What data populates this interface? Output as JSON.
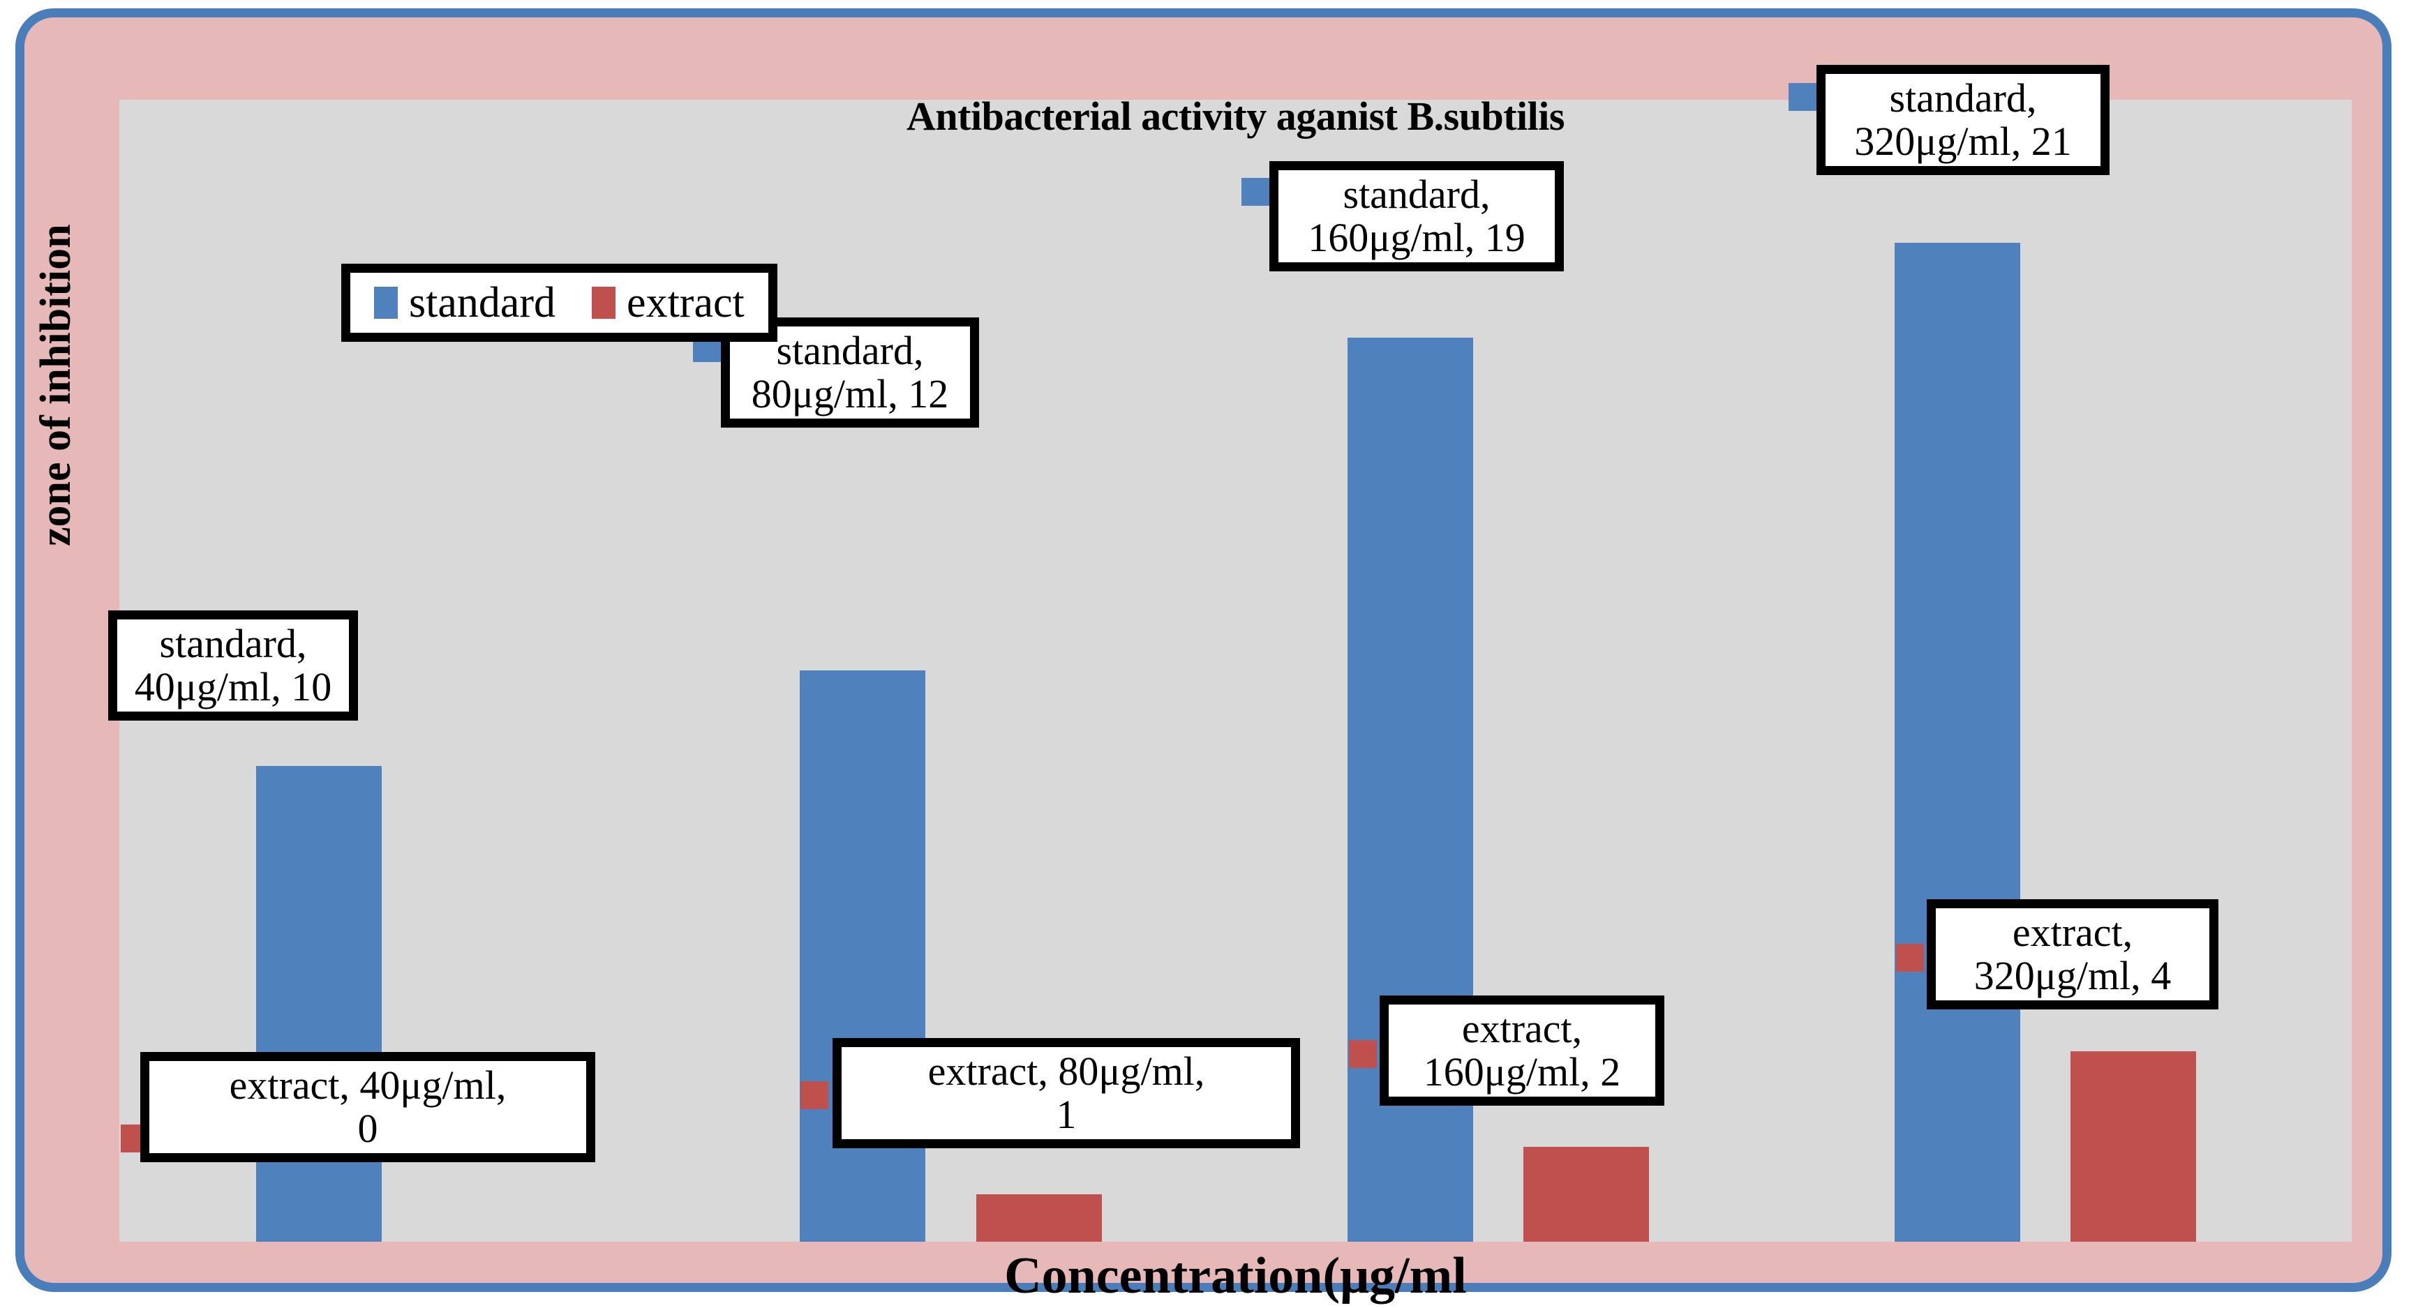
{
  "chart_data": {
    "type": "bar",
    "title": "Antibacterial activity aganist B.subtilis",
    "xlabel": "Concentration(μg/ml",
    "ylabel": "zone of inhibition",
    "categories": [
      "40μg/ml",
      "80μg/ml",
      "160μg/ml",
      "320μg/ml"
    ],
    "grid": false,
    "legend_position": "top-left",
    "ylim": [
      0,
      24
    ],
    "series": [
      {
        "name": "standard",
        "color": "#4f81bd",
        "values": [
          10,
          12,
          19,
          21
        ],
        "data_labels": [
          "standard,\n40μg/ml, 10",
          "standard,\n80μg/ml, 12",
          "standard,\n160μg/ml, 19",
          "standard,\n320μg/ml, 21"
        ]
      },
      {
        "name": "extract",
        "color": "#c0504d",
        "values": [
          0,
          1,
          2,
          4
        ],
        "data_labels": [
          "extract, 40μg/ml,\n0",
          "extract, 80μg/ml,\n1",
          "extract,\n160μg/ml, 2",
          "extract,\n320μg/ml, 4"
        ]
      }
    ]
  },
  "legend": {
    "items": [
      {
        "label": "standard",
        "color": "#4f81bd"
      },
      {
        "label": "extract",
        "color": "#c0504d"
      }
    ]
  },
  "colors": {
    "standard": "#4f81bd",
    "extract": "#c0504d",
    "plot_background": "#d9d9d9",
    "frame_fill": "#e6b8b7",
    "frame_border": "#4a7ebb",
    "callout_border": "#000000",
    "callout_fill": "#ffffff"
  }
}
